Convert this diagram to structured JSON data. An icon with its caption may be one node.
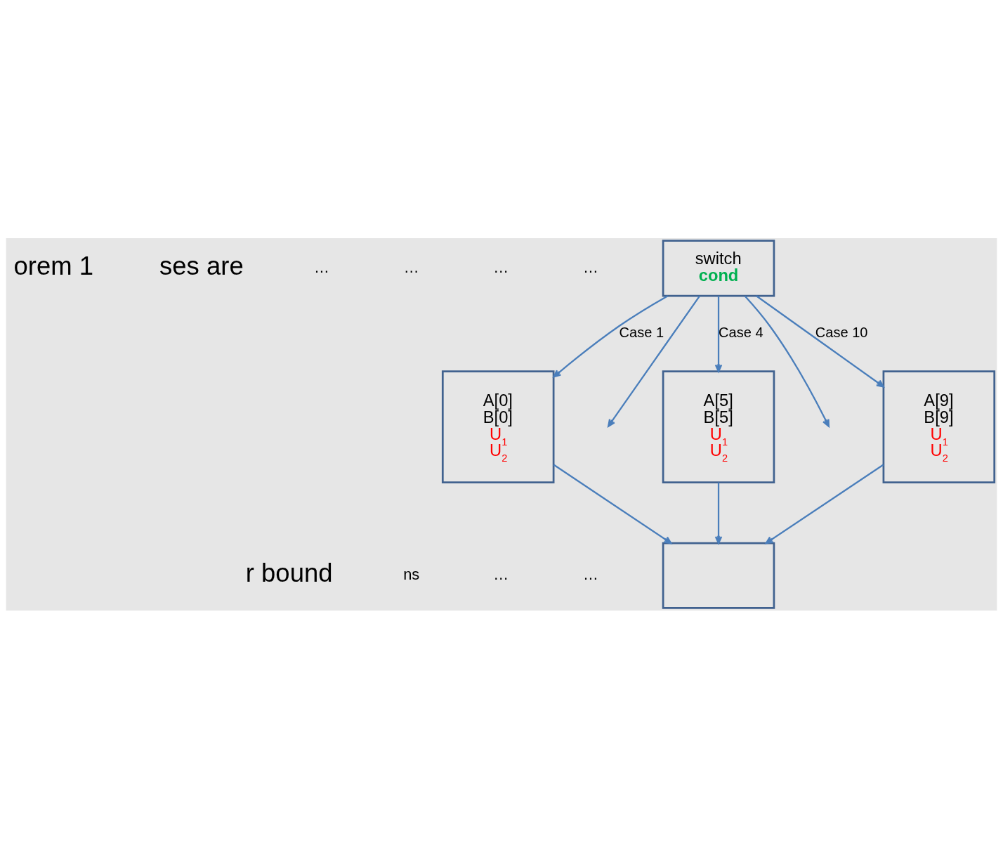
{
  "diagram": {
    "nodes": [
      {
        "text": [
          "switch",
          "cond"
        ]
      },
      {
        "text": [
          "A[0]",
          "B[0]",
          "U$_{1}$",
          "U$_{2}$"
        ]
      },
      {
        "text": [
          "A[5]",
          "B[5]",
          "U$_{1}$",
          "U$_{2}$"
        ]
      },
      {
        "text": [
          "A[9]",
          "B[9]",
          "U$_{1}$",
          "U$_{2}$"
        ]
      },
      {
        "text": [],
        "shape": "box"
      }
    ],
    "edges": [
      {
        "from": 0,
        "to": 1,
        "arrow": "to",
        "label": "Case 1"
      },
      {
        "from": 0,
        "to": null,
        "arrow": "to"
      },
      {
        "from": 0,
        "to": 2,
        "arrow": "to",
        "label": "Case 4"
      },
      {
        "from": 0,
        "to": null,
        "arrow": "to"
      },
      {
        "from": 0,
        "to": 3,
        "arrow": "to",
        "label": "Case 10"
      },
      {
        "from": 1,
        "to": 4,
        "arrow": "to"
      },
      {
        "from": 2,
        "to": 4,
        "arrow": "to"
      },
      {
        "from": 3,
        "to": 4,
        "arrow": "to"
      }
    ],
    "labels": [
      "orem 1",
      "ses are",
      "…",
      "…",
      "…",
      "…",
      "r bound",
      "ns",
      "…",
      "…"
    ]
  }
}
